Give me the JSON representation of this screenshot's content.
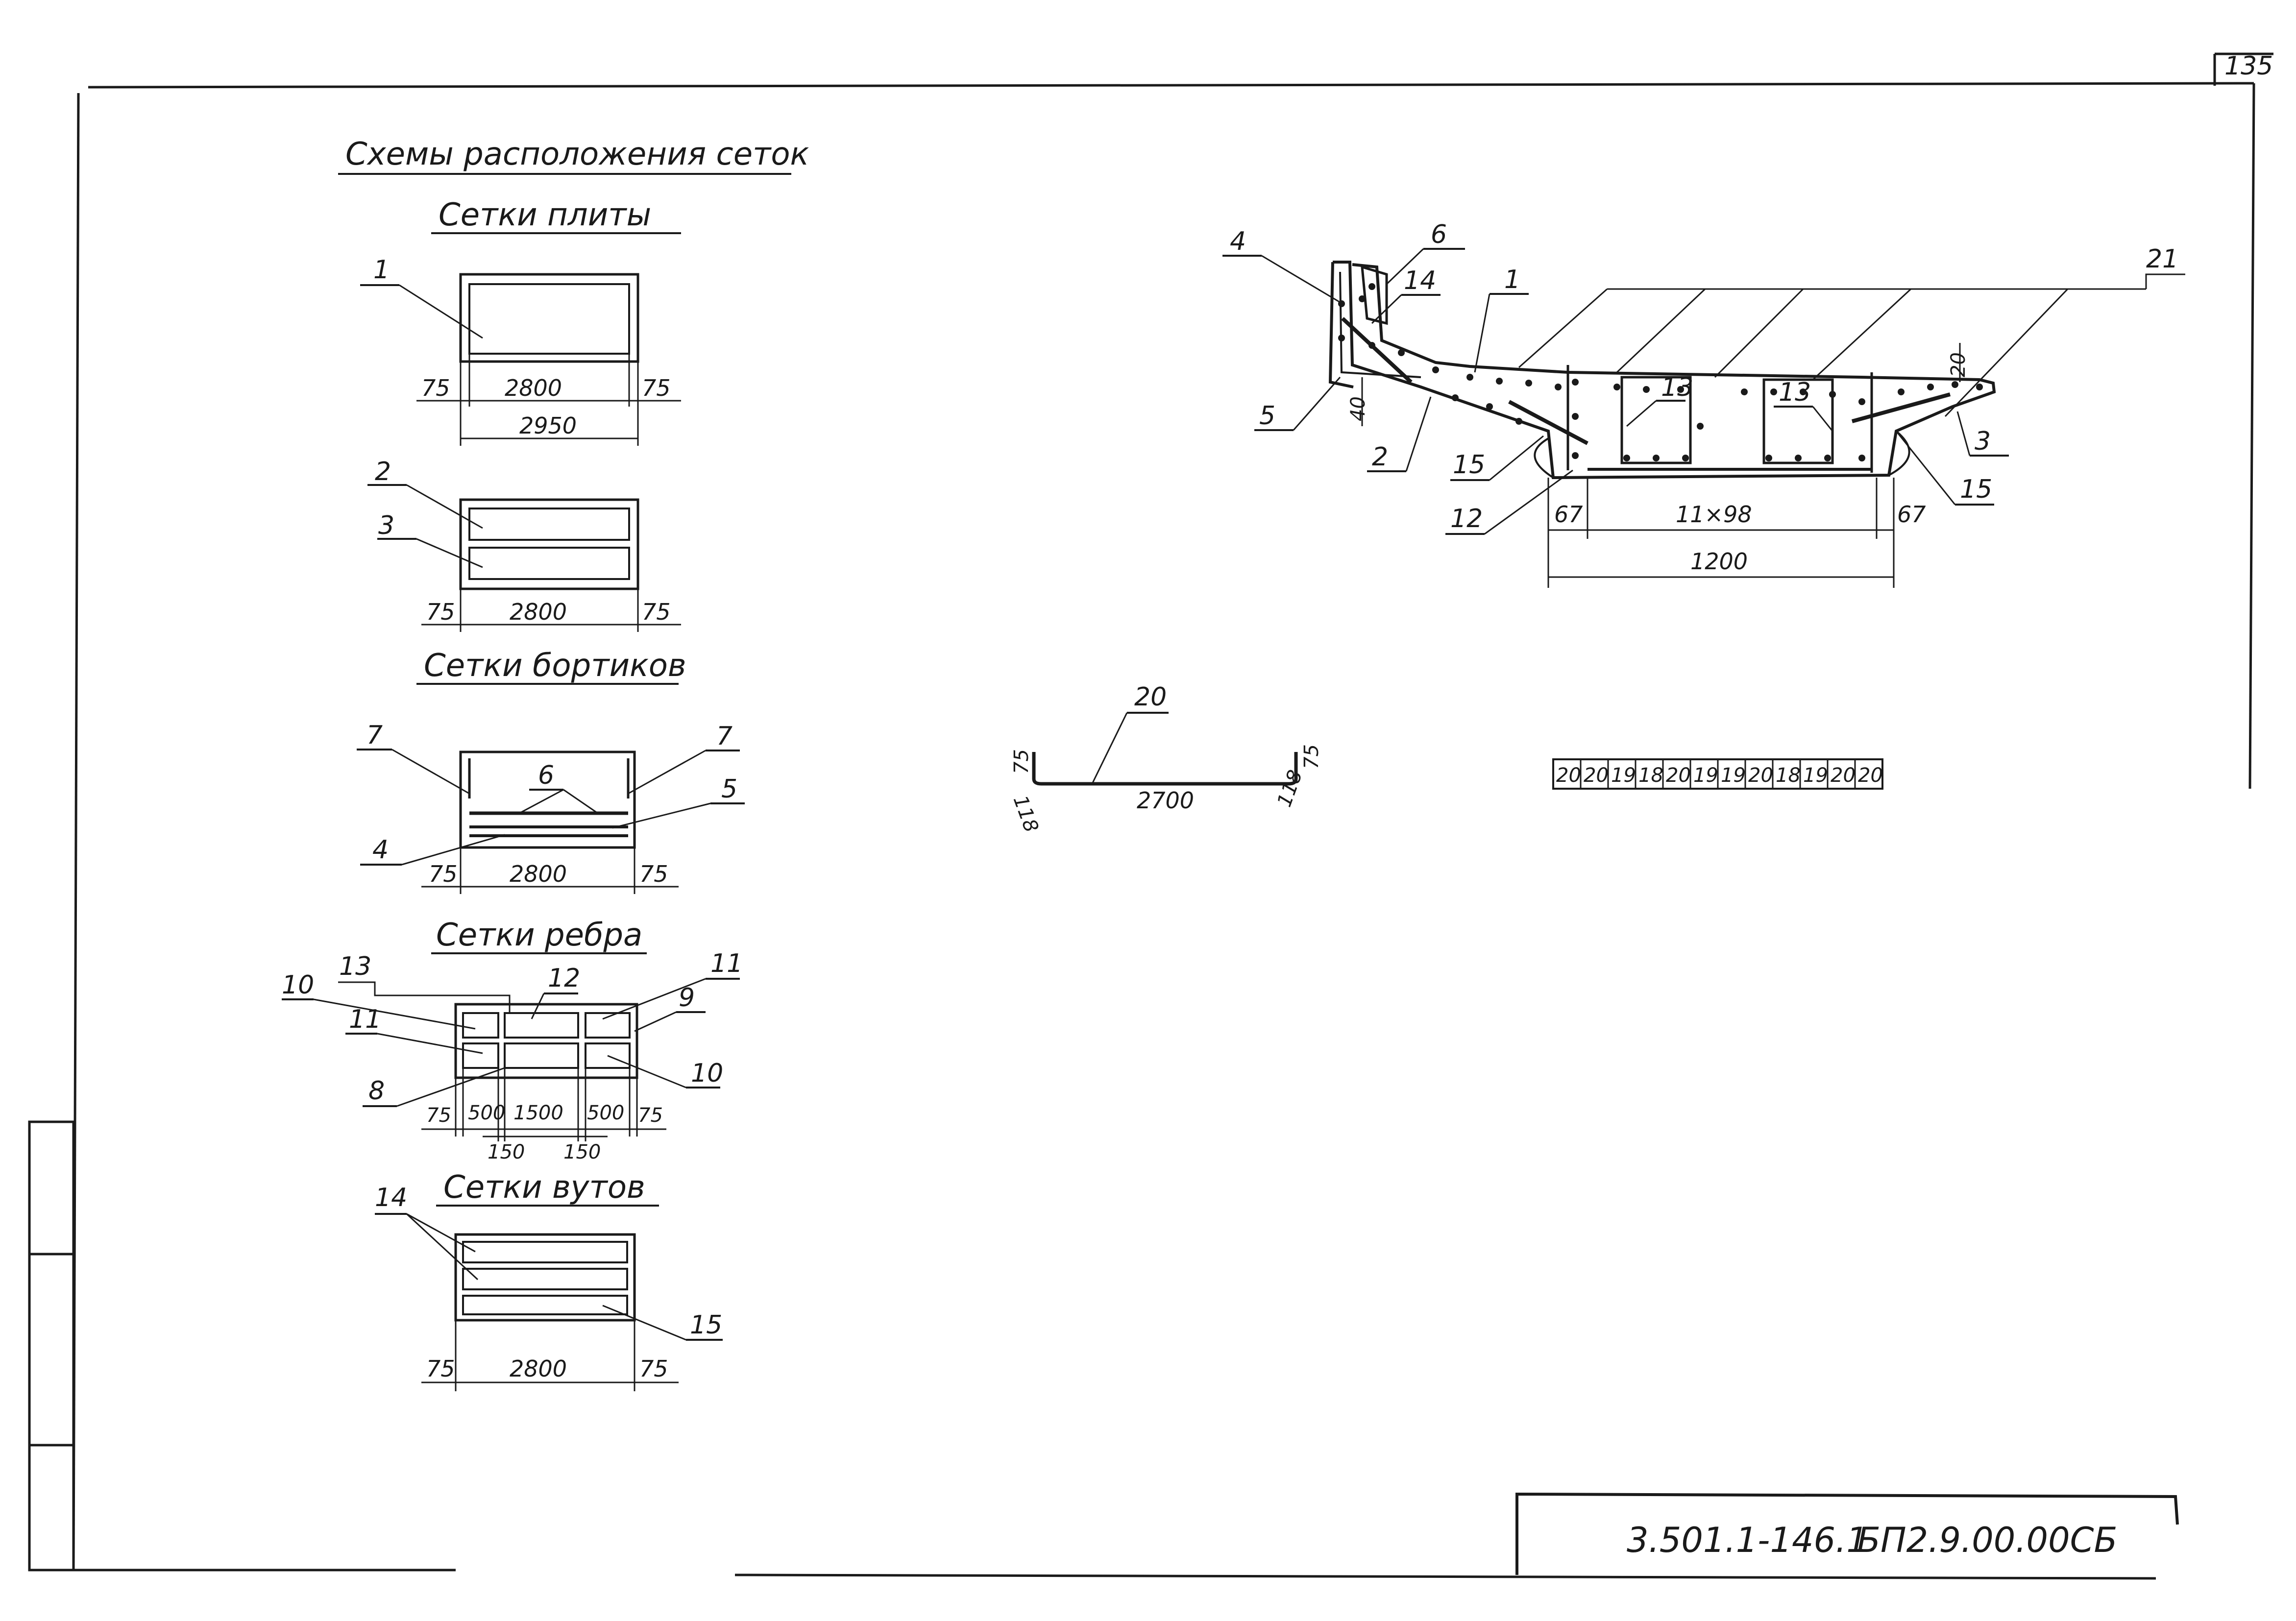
{
  "sheet": {
    "page_number": "135",
    "stamp_code": "3.501.1-146.1",
    "stamp_mark": "БП2.9.00.00СБ"
  },
  "schemes": {
    "title": "Схемы расположения сеток",
    "plate": {
      "title": "Сетки плиты",
      "labels": [
        "1",
        "2",
        "3"
      ],
      "dims": {
        "margin": "75",
        "span": "2800",
        "total": "2950"
      }
    },
    "edge": {
      "title": "Сетки бортиков",
      "labels": [
        "7",
        "7",
        "6",
        "5",
        "4"
      ],
      "dims": {
        "margin": "75",
        "span": "2800"
      }
    },
    "rib": {
      "title": "Сетки ребра",
      "labels": [
        "13",
        "12",
        "11",
        "10",
        "9",
        "11",
        "8",
        "10"
      ],
      "dims": [
        "75",
        "500",
        "1500",
        "500",
        "75",
        "150",
        "150"
      ]
    },
    "haunch": {
      "title": "Сетки вутов",
      "labels": [
        "14",
        "15"
      ],
      "dims": {
        "margin": "75",
        "span": "2800"
      }
    }
  },
  "section": {
    "labels": [
      "4",
      "6",
      "14",
      "1",
      "21",
      "5",
      "40",
      "2",
      "15",
      "12",
      "13",
      "13",
      "20",
      "3",
      "15"
    ],
    "dims": {
      "edge_left": "67",
      "pitch": "11×98",
      "edge_right": "67",
      "width": "1200"
    }
  },
  "bar20": {
    "label": "20",
    "length": "2700",
    "hook_height": "75",
    "hook_radius": "118"
  },
  "bar_table": [
    "20",
    "20",
    "19",
    "18",
    "20",
    "19",
    "19",
    "20",
    "18",
    "19",
    "20",
    "20"
  ]
}
